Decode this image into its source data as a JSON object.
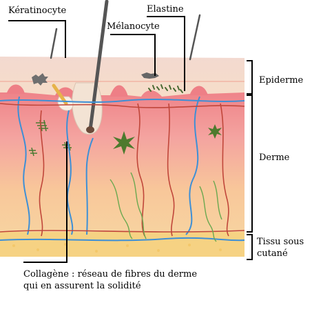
{
  "labels": {
    "keratinocyte": "Kératinocyte",
    "melanocyte": "Mélanocyte",
    "elastine": "Elastine",
    "epiderme": "Epiderme",
    "derme": "Derme",
    "tissu_line1": "Tissu sous",
    "tissu_line2": "cutané",
    "collagene_line1": "Collagène : réseau de fibres du derme",
    "collagene_line2": "qui en assurent la solidité"
  },
  "colors": {
    "epidermis": "#f5dcc8",
    "dermis_top": "#f08c8c",
    "dermis_bottom": "#f7c9a0",
    "subcutaneous": "#f5d27a",
    "vessel_red": "#c0463a",
    "vessel_blue": "#3d8fd6",
    "elastin_green": "#6aa84f",
    "hair": "#444444"
  }
}
